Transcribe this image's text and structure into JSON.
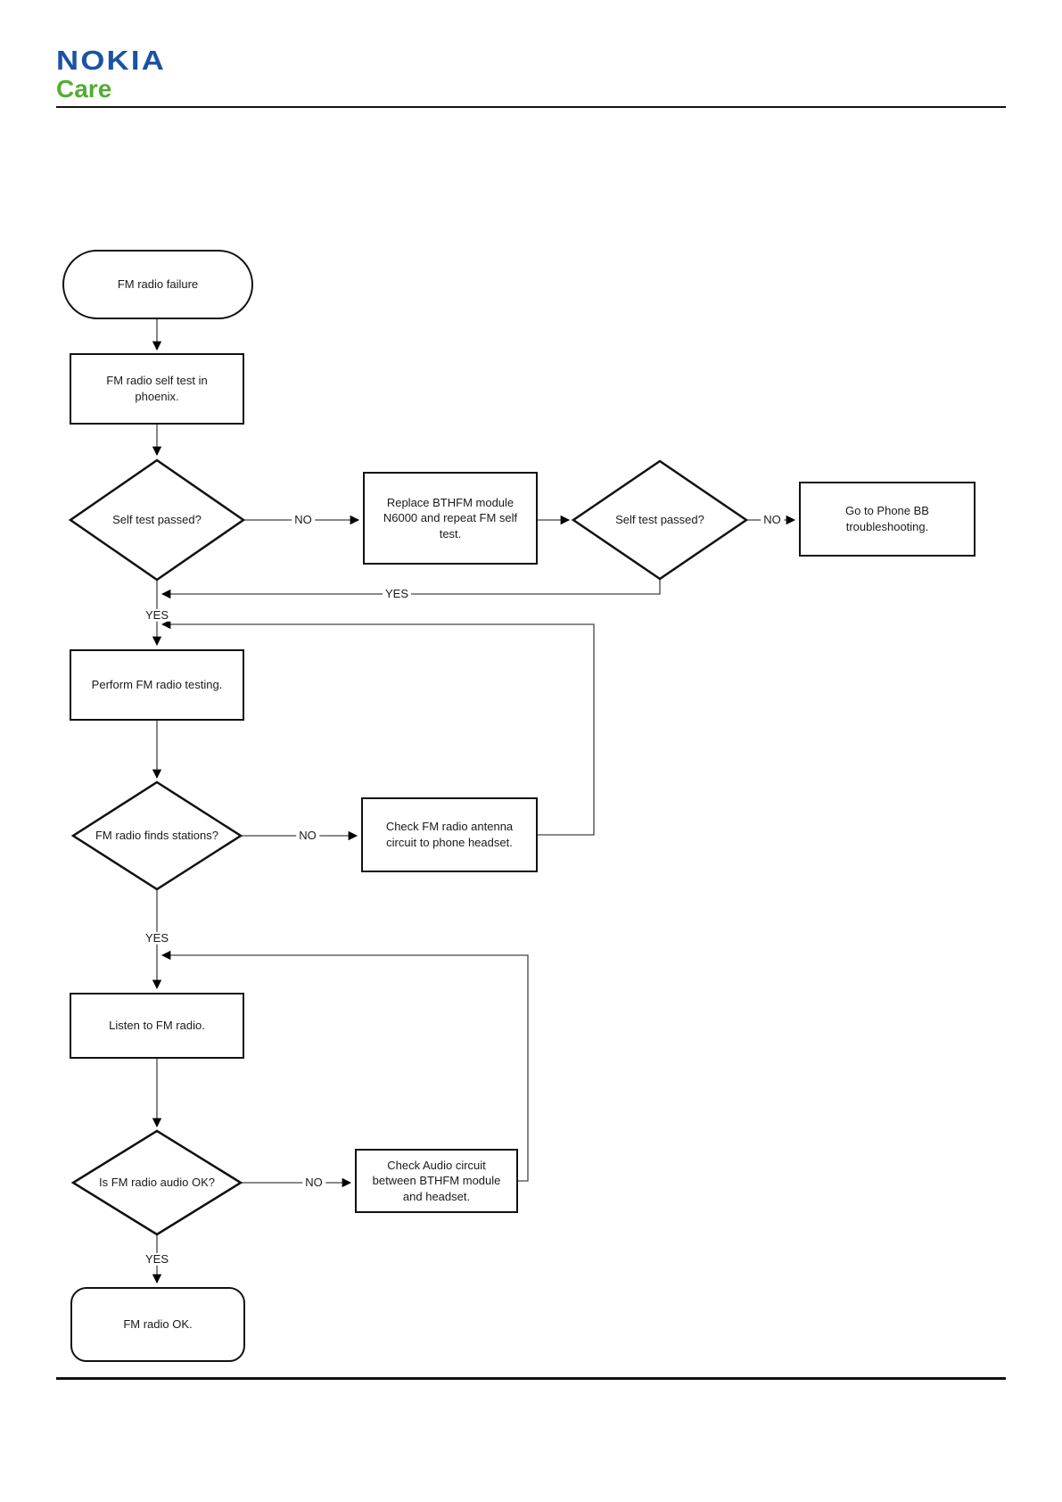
{
  "header": {
    "brand_line1": "NOKIA",
    "brand_line2": "Care",
    "brand_blue": "#1B53A3",
    "brand_green": "#52AE32"
  },
  "flowchart": {
    "title": "FM radio troubleshooting flowchart",
    "line_color": "#444444",
    "node_border_color": "#111111",
    "nodes": [
      {
        "id": "start",
        "type": "terminator",
        "label": "FM radio failure"
      },
      {
        "id": "selftest",
        "type": "process",
        "label": "FM radio self test in phoenix."
      },
      {
        "id": "d1",
        "type": "decision",
        "label": "Self test passed?"
      },
      {
        "id": "replace",
        "type": "process",
        "label": "Replace BTHFM module N6000 and repeat FM self test."
      },
      {
        "id": "d2",
        "type": "decision",
        "label": "Self test passed?"
      },
      {
        "id": "gotobb",
        "type": "process",
        "label": "Go to Phone BB troubleshooting."
      },
      {
        "id": "perform",
        "type": "process",
        "label": "Perform FM radio testing."
      },
      {
        "id": "d3",
        "type": "decision",
        "label": "FM radio finds stations?"
      },
      {
        "id": "antenna",
        "type": "process",
        "label": "Check FM radio antenna circuit to phone headset."
      },
      {
        "id": "listen",
        "type": "process",
        "label": "Listen to FM radio."
      },
      {
        "id": "d4",
        "type": "decision",
        "label": "Is FM radio audio OK?"
      },
      {
        "id": "audio",
        "type": "process",
        "label": "Check Audio circuit between BTHFM module and headset."
      },
      {
        "id": "ok",
        "type": "terminator",
        "label": "FM radio OK."
      }
    ],
    "edge_labels": [
      {
        "text": "NO"
      },
      {
        "text": "NO"
      },
      {
        "text": "YES"
      },
      {
        "text": "YES"
      },
      {
        "text": "NO"
      },
      {
        "text": "YES"
      },
      {
        "text": "NO"
      },
      {
        "text": "YES"
      }
    ]
  }
}
